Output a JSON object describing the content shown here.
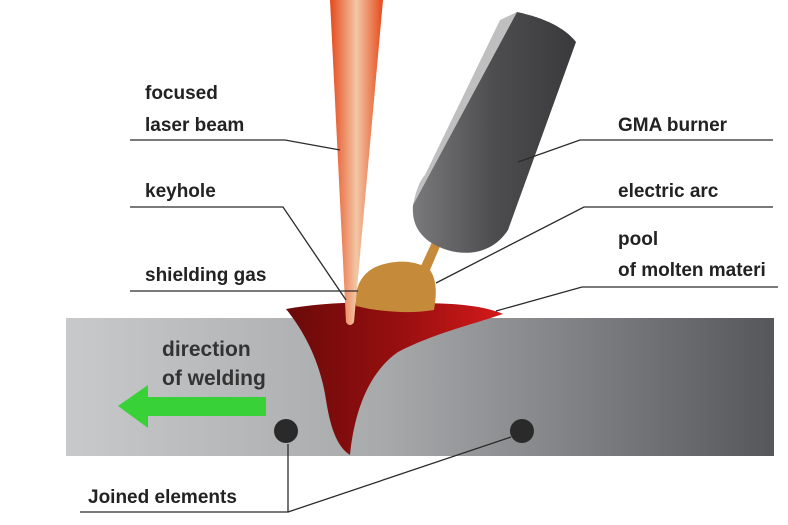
{
  "labels": {
    "focused_line1": "focused",
    "focused_line2": "laser beam",
    "keyhole": "keyhole",
    "shielding_gas": "shielding gas",
    "gma_burner": "GMA burner",
    "electric_arc": "electric arc",
    "pool_line1": "pool",
    "pool_line2": "of molten materi",
    "direction_line1": "direction",
    "direction_line2": "of welding",
    "joined_elements": "Joined elements"
  },
  "colors": {
    "laser_core": "#f3c7a6",
    "laser_edge": "#e6491a",
    "weld_pool_dark": "#6a0a0a",
    "weld_pool_light": "#d41a1a",
    "shielding_gas": "#c58a3a",
    "burner_dark": "#3f3f41",
    "burner_light": "#7a797b",
    "plate_light": "#c7c9cb",
    "plate_dark": "#55575a",
    "arrow_green": "#38d138",
    "dot": "#2a2a2a"
  },
  "icons": {
    "direction_arrow": "left-arrow-icon"
  }
}
